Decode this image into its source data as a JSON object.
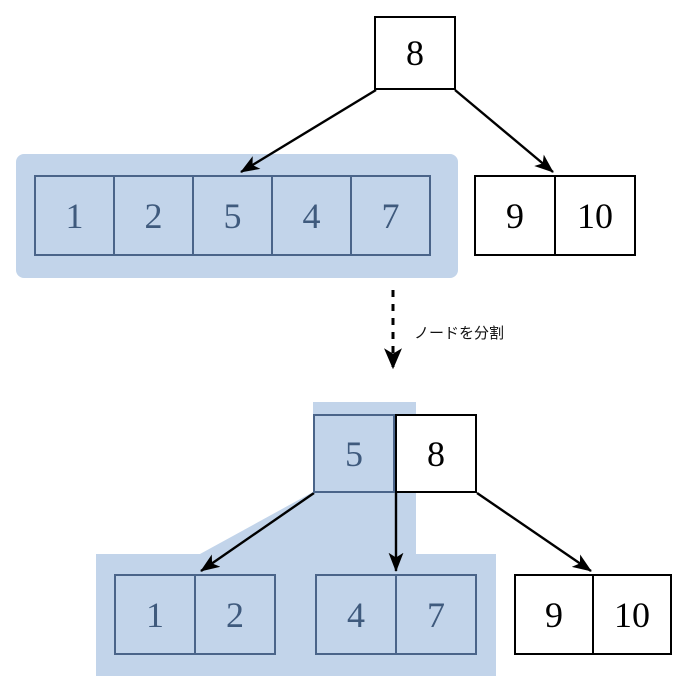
{
  "diagram": {
    "title": "B-tree node split illustration",
    "colors": {
      "highlight_fill": "#c2d4ea",
      "highlight_border": "#4a6489",
      "highlight_text": "#3f5a7d",
      "plain_border": "#000000",
      "plain_text": "#000000",
      "arrow": "#000000",
      "background": "#ffffff"
    },
    "before": {
      "root": {
        "keys": [
          "8"
        ],
        "highlighted": false
      },
      "children": [
        {
          "keys": [
            "1",
            "2",
            "5",
            "4",
            "7"
          ],
          "highlighted": true
        },
        {
          "keys": [
            "9",
            "10"
          ],
          "highlighted": false
        }
      ]
    },
    "transition": {
      "label": "ノードを分割",
      "arrow_style": "dashed",
      "arrow_direction": "down"
    },
    "after": {
      "root": {
        "keys": [
          "5",
          "8"
        ],
        "highlighted_keys": [
          "5"
        ]
      },
      "children": [
        {
          "keys": [
            "1",
            "2"
          ],
          "highlighted": true
        },
        {
          "keys": [
            "4",
            "7"
          ],
          "highlighted": true
        },
        {
          "keys": [
            "9",
            "10"
          ],
          "highlighted": false
        }
      ]
    }
  }
}
